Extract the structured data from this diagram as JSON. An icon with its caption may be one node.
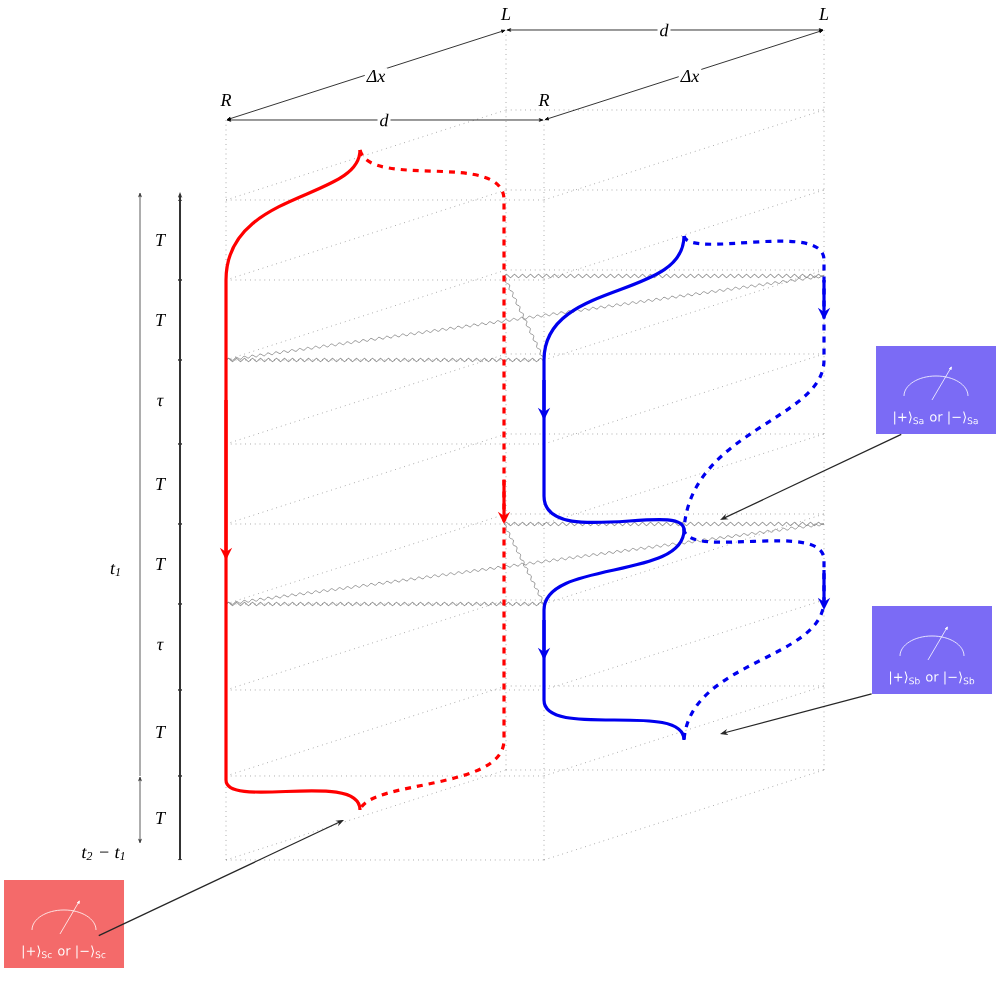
{
  "diagram": {
    "nodes": [
      {
        "text": [
          "|+⟩$_{Sa}$ or |−⟩$_{Sa}$"
        ]
      },
      {
        "text": [
          "|+⟩$_{Sb}$ or |−⟩$_{Sb}$"
        ]
      },
      {
        "text": [
          "|+⟩$_{Sc}$ or |−⟩$_{Sc}$"
        ]
      }
    ],
    "edges": [
      {
        "from": 0,
        "to": null,
        "arrow": "to"
      },
      {
        "from": 1,
        "to": null,
        "arrow": "to"
      },
      {
        "from": 2,
        "to": null,
        "arrow": "to"
      }
    ],
    "labels": [
      "L",
      "L",
      "d",
      "Δx",
      "R",
      "R",
      "Δx",
      "d",
      "T",
      "T",
      "τ",
      "T",
      "t$_{1}$",
      "T",
      "τ",
      "T",
      "T",
      "t$_{2}$ − t$_{1}$"
    ]
  }
}
